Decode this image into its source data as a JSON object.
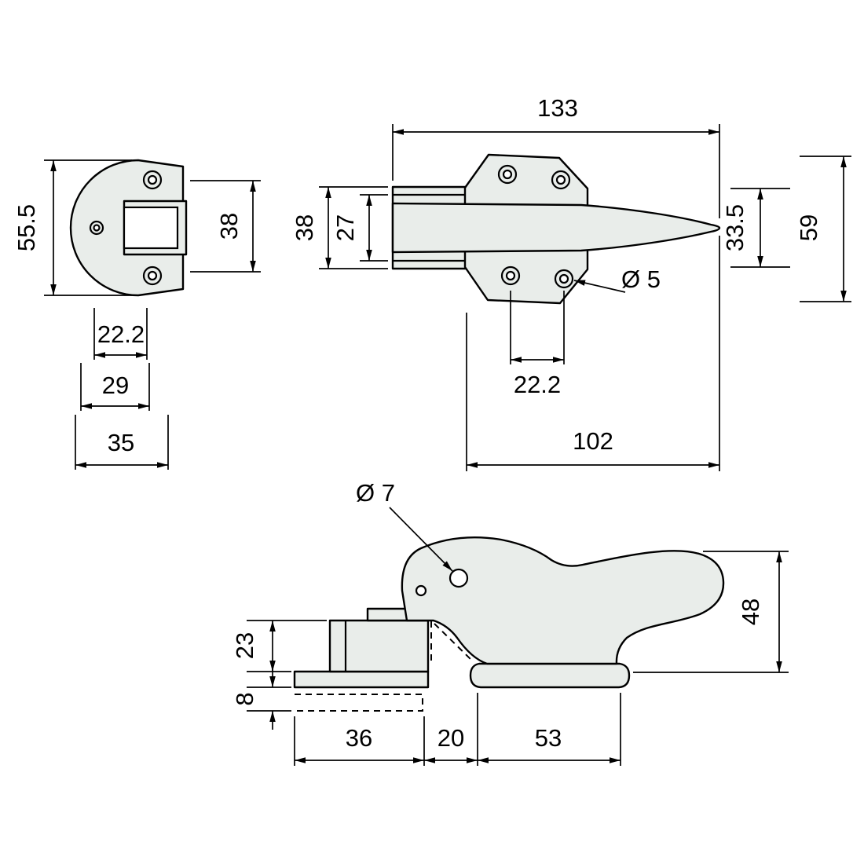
{
  "drawing": {
    "title": "Dimensioned technical drawing of a latch handle and keeper",
    "colors": {
      "outline": "#000000",
      "fill": "#e9edea",
      "background": "#ffffff"
    },
    "views": {
      "keeper": {
        "height": "55.5",
        "plate_height": "38",
        "hole_spacing": "22.2",
        "body_width": "29",
        "total_width": "35"
      },
      "latch_top": {
        "total_length": "133",
        "outer_height": "38",
        "inner_height": "27",
        "hole_diameter": "Ø 5",
        "hole_spacing": "22.2",
        "body_length": "102",
        "opening_height": "33.5",
        "plate_height": "59"
      },
      "handle_side": {
        "hole_diameter": "Ø 7",
        "height": "48",
        "block_height": "23",
        "flange_thickness": "8",
        "flange_width": "36",
        "gap_width": "20",
        "base_length": "53"
      }
    }
  }
}
